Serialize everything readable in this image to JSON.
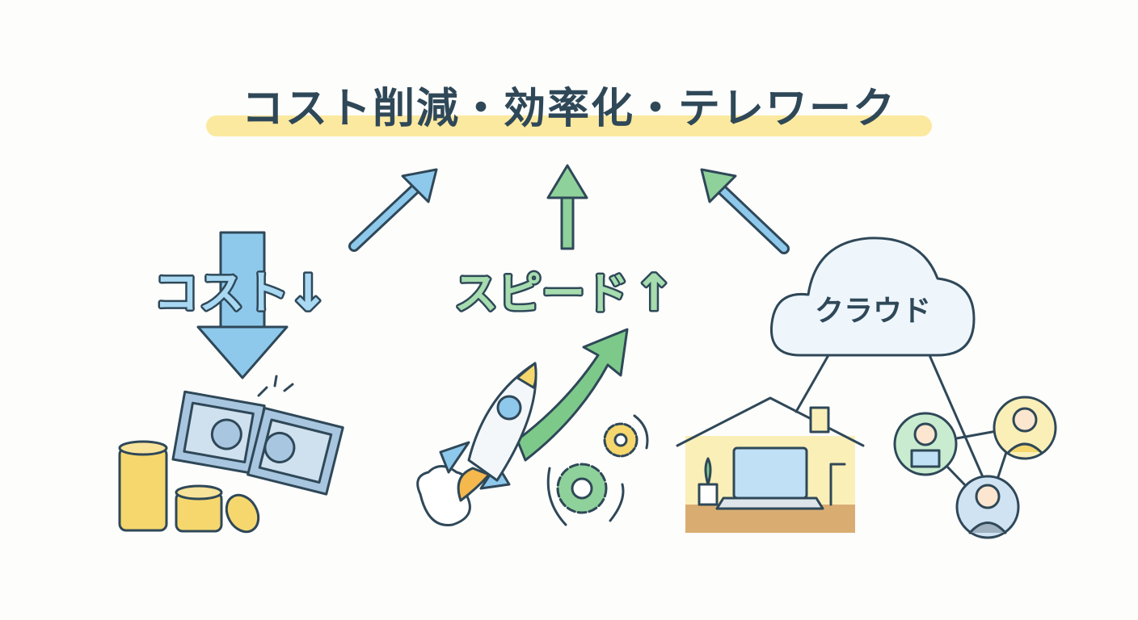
{
  "title": "コスト削減・効率化・テレワーク",
  "panels": {
    "cost": {
      "label": "コスト",
      "arrow": "↓"
    },
    "speed": {
      "label": "スピード",
      "arrow": "↑"
    },
    "cloud": {
      "label": "クラウド"
    }
  },
  "colors": {
    "blue": "#8ec9ec",
    "green": "#8fd19a",
    "yellow": "#fbe9a0",
    "outline": "#2f4858",
    "coin": "#f5d76e"
  }
}
